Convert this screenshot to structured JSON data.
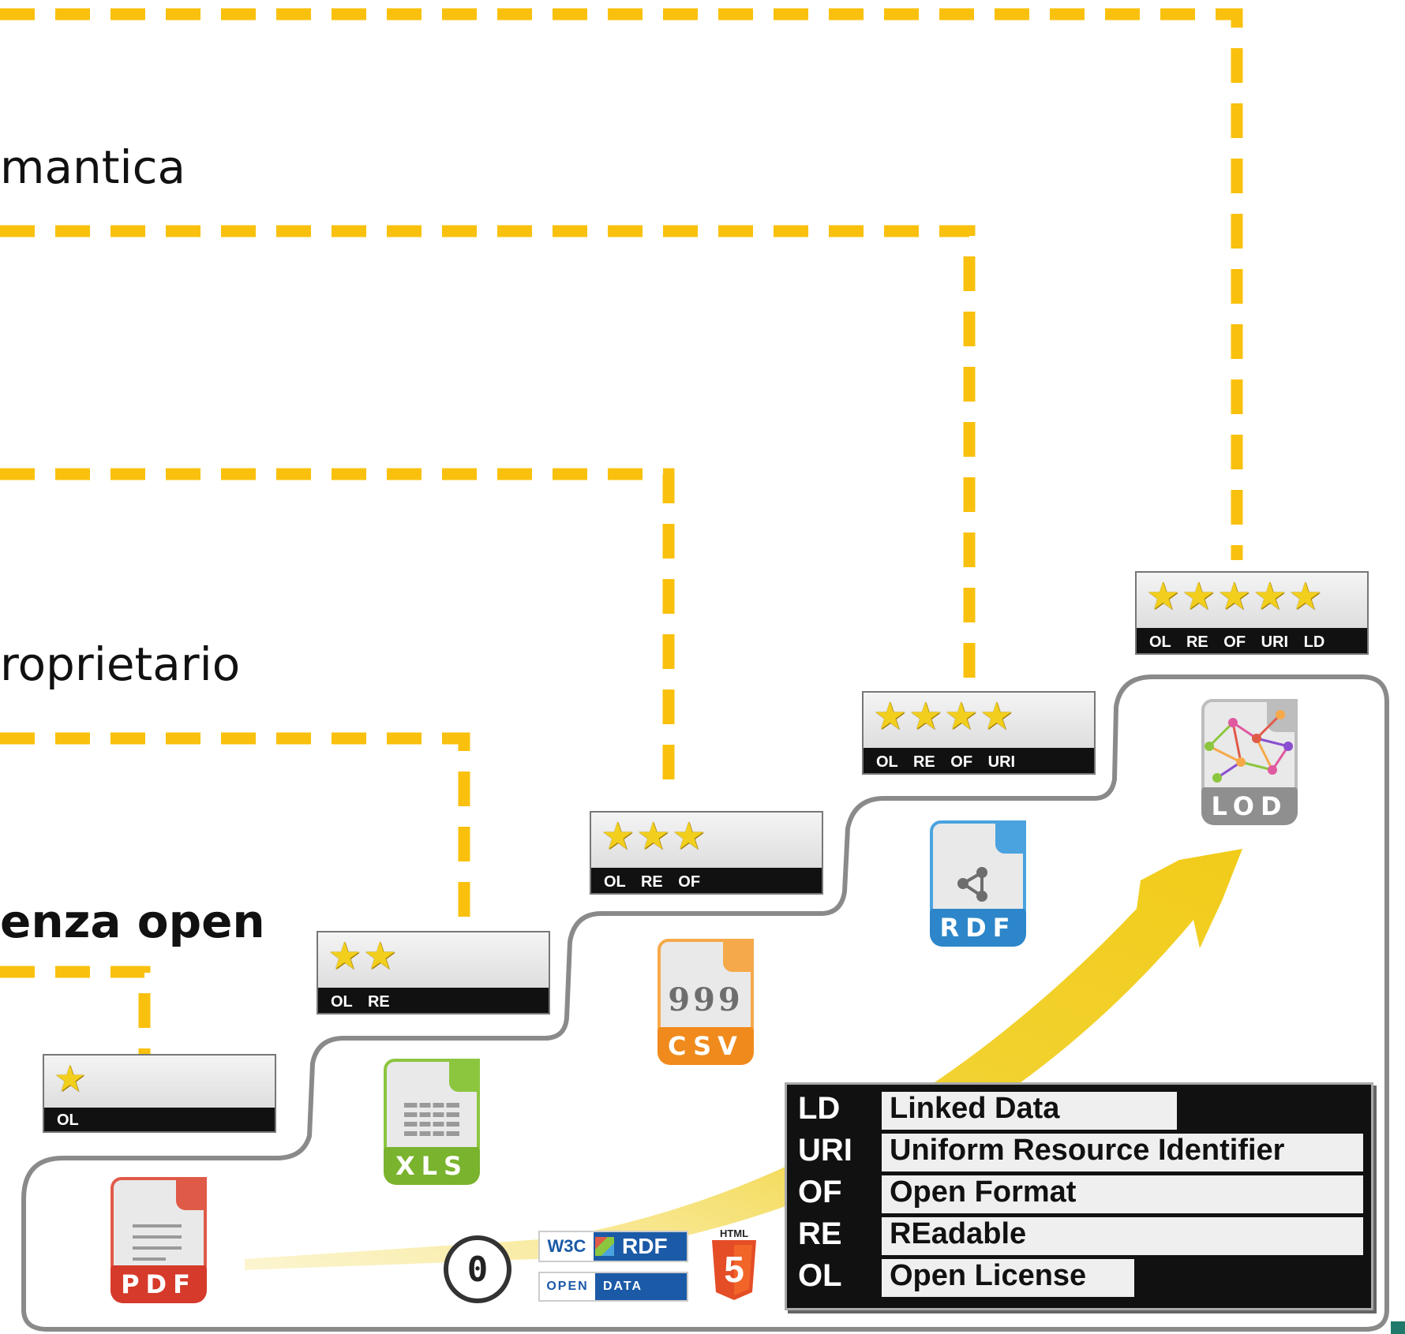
{
  "labels": {
    "top": "mantica",
    "middle": "roprietario",
    "bottom": "enza open"
  },
  "ratings": [
    {
      "stars": "★",
      "codes": "OL"
    },
    {
      "stars": "★★",
      "codes": "OL RE"
    },
    {
      "stars": "★★★",
      "codes": "OL RE OF"
    },
    {
      "stars": "★★★★",
      "codes": "OL RE OF URI"
    },
    {
      "stars": "★★★★★",
      "codes": "OL RE OF URI LD"
    }
  ],
  "file_icons": [
    {
      "text": "PDF",
      "color": "#e05a48",
      "band": "#d63a2a"
    },
    {
      "text": "XLS",
      "color": "#8cc63f",
      "band": "#7ab32e"
    },
    {
      "text": "CSV",
      "color": "#f6a94a",
      "band": "#f08a1c"
    },
    {
      "text": "RDF",
      "color": "#4aa3df",
      "band": "#2c86c9"
    },
    {
      "text": "LOD",
      "color": "#bdbdbd",
      "band": "#8f8f8f"
    }
  ],
  "csv_glyph": "999",
  "badges": {
    "w3c": "W3C",
    "rdf": "RDF",
    "open": "OPEN",
    "data": "DATA",
    "html": "HTML",
    "html5": "5",
    "cc": "0"
  },
  "legend": [
    {
      "abbr": "LD",
      "full": "Linked Data"
    },
    {
      "abbr": "URI",
      "full": "Uniform Resource Identifier"
    },
    {
      "abbr": "OF",
      "full": "Open Format"
    },
    {
      "abbr": "RE",
      "full": "REadable"
    },
    {
      "abbr": "OL",
      "full": "Open License"
    }
  ],
  "colors": {
    "dash": "#f9c10e",
    "arrow": "#f2d335",
    "star": "#f2cf1d"
  }
}
